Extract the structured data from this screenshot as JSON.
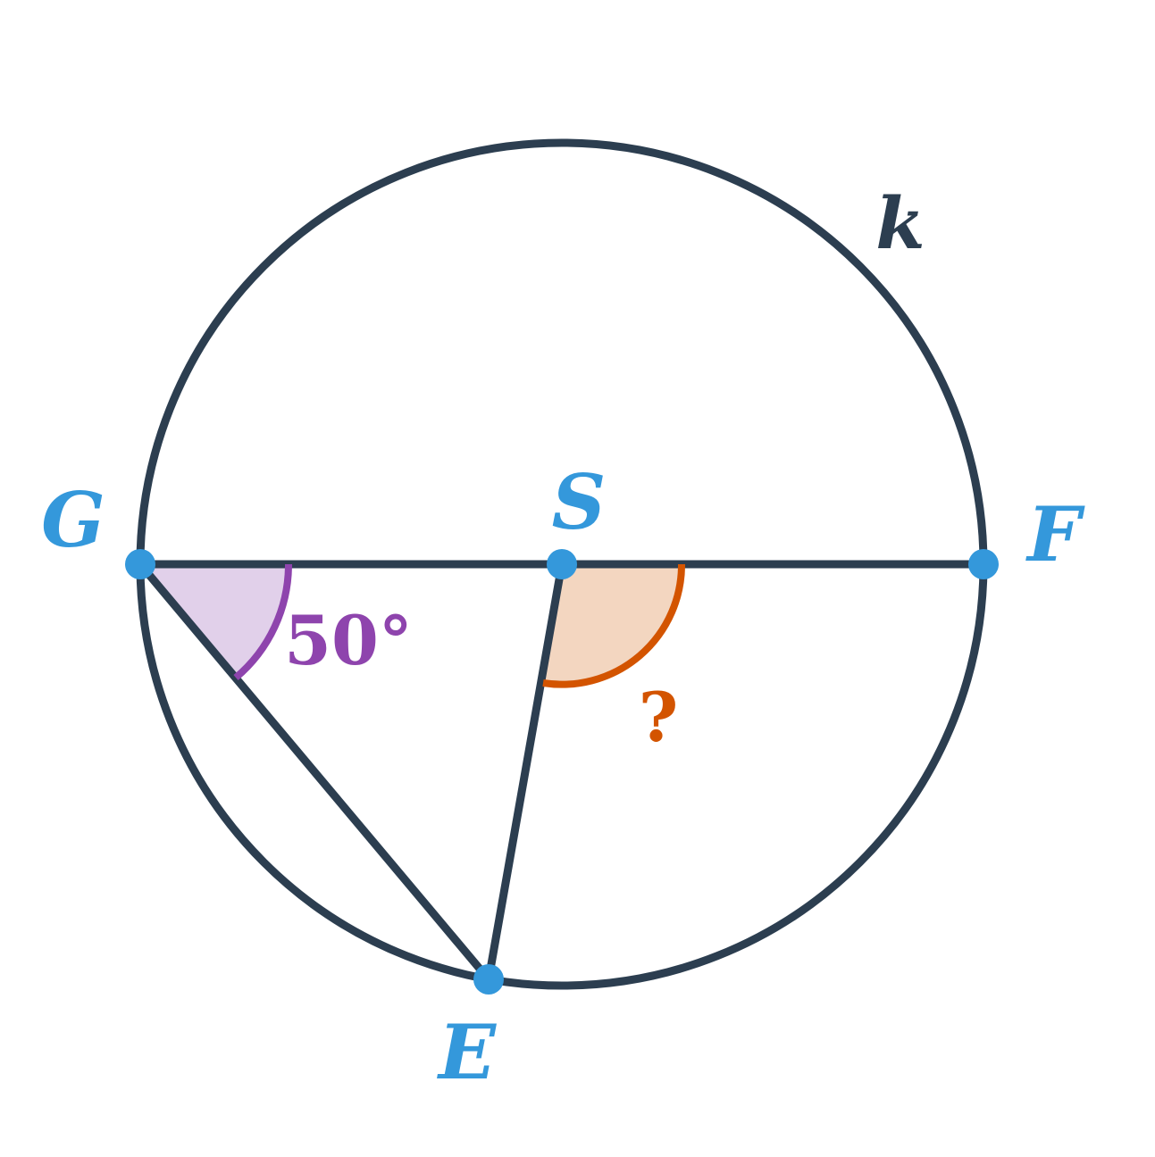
{
  "colors": {
    "stroke": "#2c3e50",
    "point": "#3498db",
    "given_angle_stroke": "#8e44ad",
    "given_angle_fill": "#e1d0ea",
    "unknown_angle_stroke": "#d35400",
    "unknown_angle_fill": "#f3d6c0",
    "background": "#ffffff"
  },
  "labels": {
    "circle": "k",
    "point_g": "G",
    "point_s": "S",
    "point_f": "F",
    "point_e": "E",
    "given_angle": "50°",
    "unknown_angle": "?"
  }
}
